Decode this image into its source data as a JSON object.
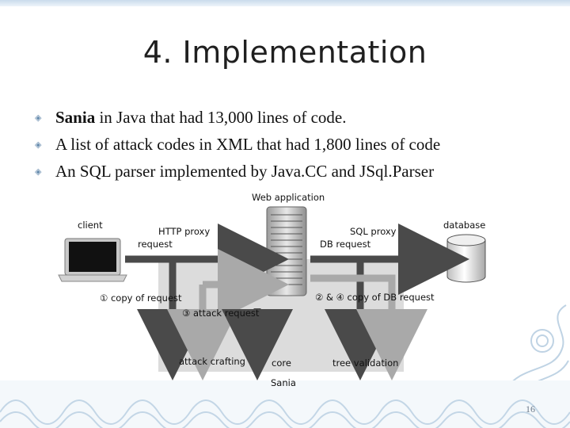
{
  "slide": {
    "title": "4. Implementation",
    "bullets": [
      {
        "bold": "Sania",
        "text": " in Java that had 13,000 lines of code."
      },
      {
        "bold": "",
        "text": "A list of attack codes in XML that had 1,800 lines of code"
      },
      {
        "bold": "",
        "text": "An SQL parser implemented by Java.CC and JSql.Parser"
      }
    ],
    "page_number": "16"
  },
  "diagram": {
    "web_application": "Web application",
    "client": "client",
    "database": "database",
    "http_proxy": "HTTP proxy",
    "request": "request",
    "sql_proxy": "SQL proxy",
    "db_request": "DB request",
    "copy_of_request": "① copy of request",
    "copy_of_db_request": "② & ④ copy of DB request",
    "attack_request": "③ attack request",
    "attack_crafting": "attack crafting",
    "core": "core",
    "tree_validation": "tree validation",
    "sania": "Sania"
  }
}
